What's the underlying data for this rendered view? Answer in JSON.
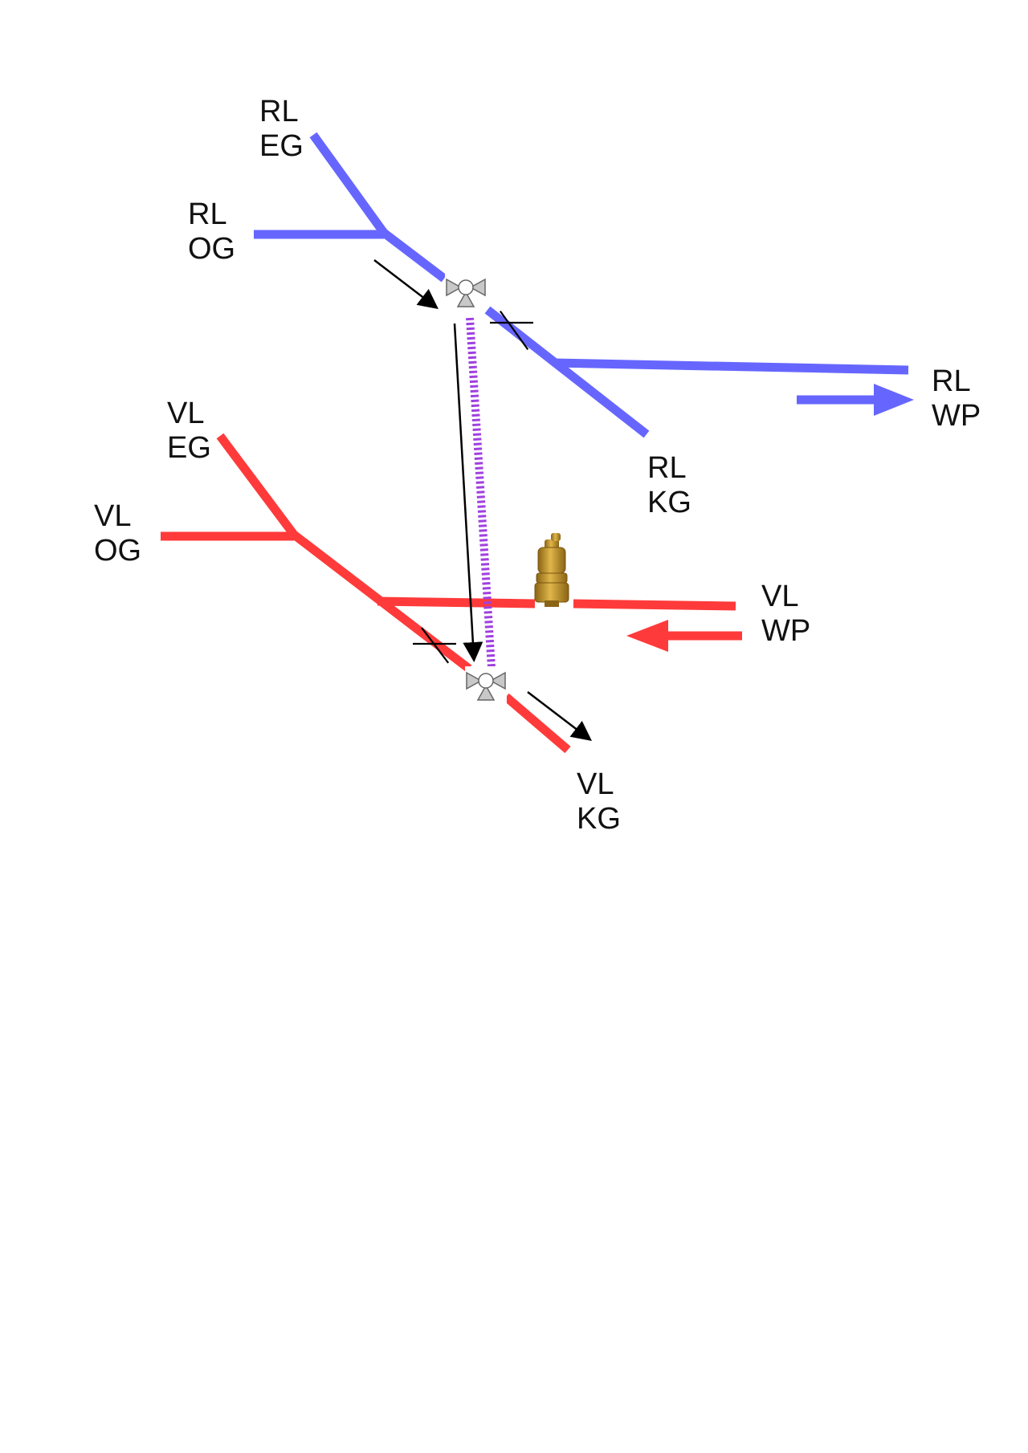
{
  "colors": {
    "return_line": "#6666ff",
    "supply_line": "#ff3a3a",
    "bypass_line": "#a040e0",
    "flow_arrow": "#000000",
    "valve": "#999999",
    "air_vent": "#c89a2c"
  },
  "labels": {
    "rl_eg": {
      "line1": "RL",
      "line2": "EG"
    },
    "rl_og": {
      "line1": "RL",
      "line2": "OG"
    },
    "rl_wp": {
      "line1": "RL",
      "line2": "WP"
    },
    "rl_kg": {
      "line1": "RL",
      "line2": "KG"
    },
    "vl_eg": {
      "line1": "VL",
      "line2": "EG"
    },
    "vl_og": {
      "line1": "VL",
      "line2": "OG"
    },
    "vl_wp": {
      "line1": "VL",
      "line2": "WP"
    },
    "vl_kg": {
      "line1": "VL",
      "line2": "KG"
    }
  },
  "icons": {
    "upper_valve": "three-way-valve-icon",
    "lower_valve": "three-way-valve-icon",
    "air_vent": "air-vent-icon",
    "crossing_marks": "cross-mark-icon"
  }
}
